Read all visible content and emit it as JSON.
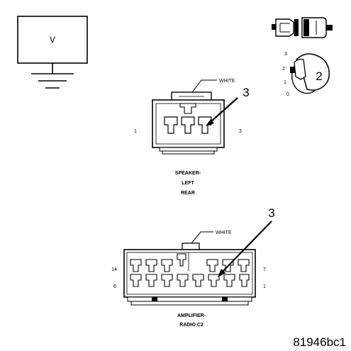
{
  "voltmeter": {
    "label": "V"
  },
  "key_illustration": {
    "positions": [
      "3",
      "2",
      "1",
      "0"
    ],
    "callout": "2"
  },
  "speaker_connector": {
    "color_label": "WHITE",
    "callout": "3",
    "pin_left": "1",
    "pin_right": "3",
    "caption_lines": [
      "SPEAKER-",
      "LEFT",
      "REAR"
    ]
  },
  "amplifier_connector": {
    "color_label": "WHITE",
    "callout": "3",
    "pin_top_left": "14",
    "pin_top_right": "7",
    "pin_bottom_left": "6",
    "pin_bottom_right": "1",
    "caption_lines": [
      "AMPLIFIER-",
      "RADIO C2"
    ]
  },
  "figure_id": "81946bc1"
}
